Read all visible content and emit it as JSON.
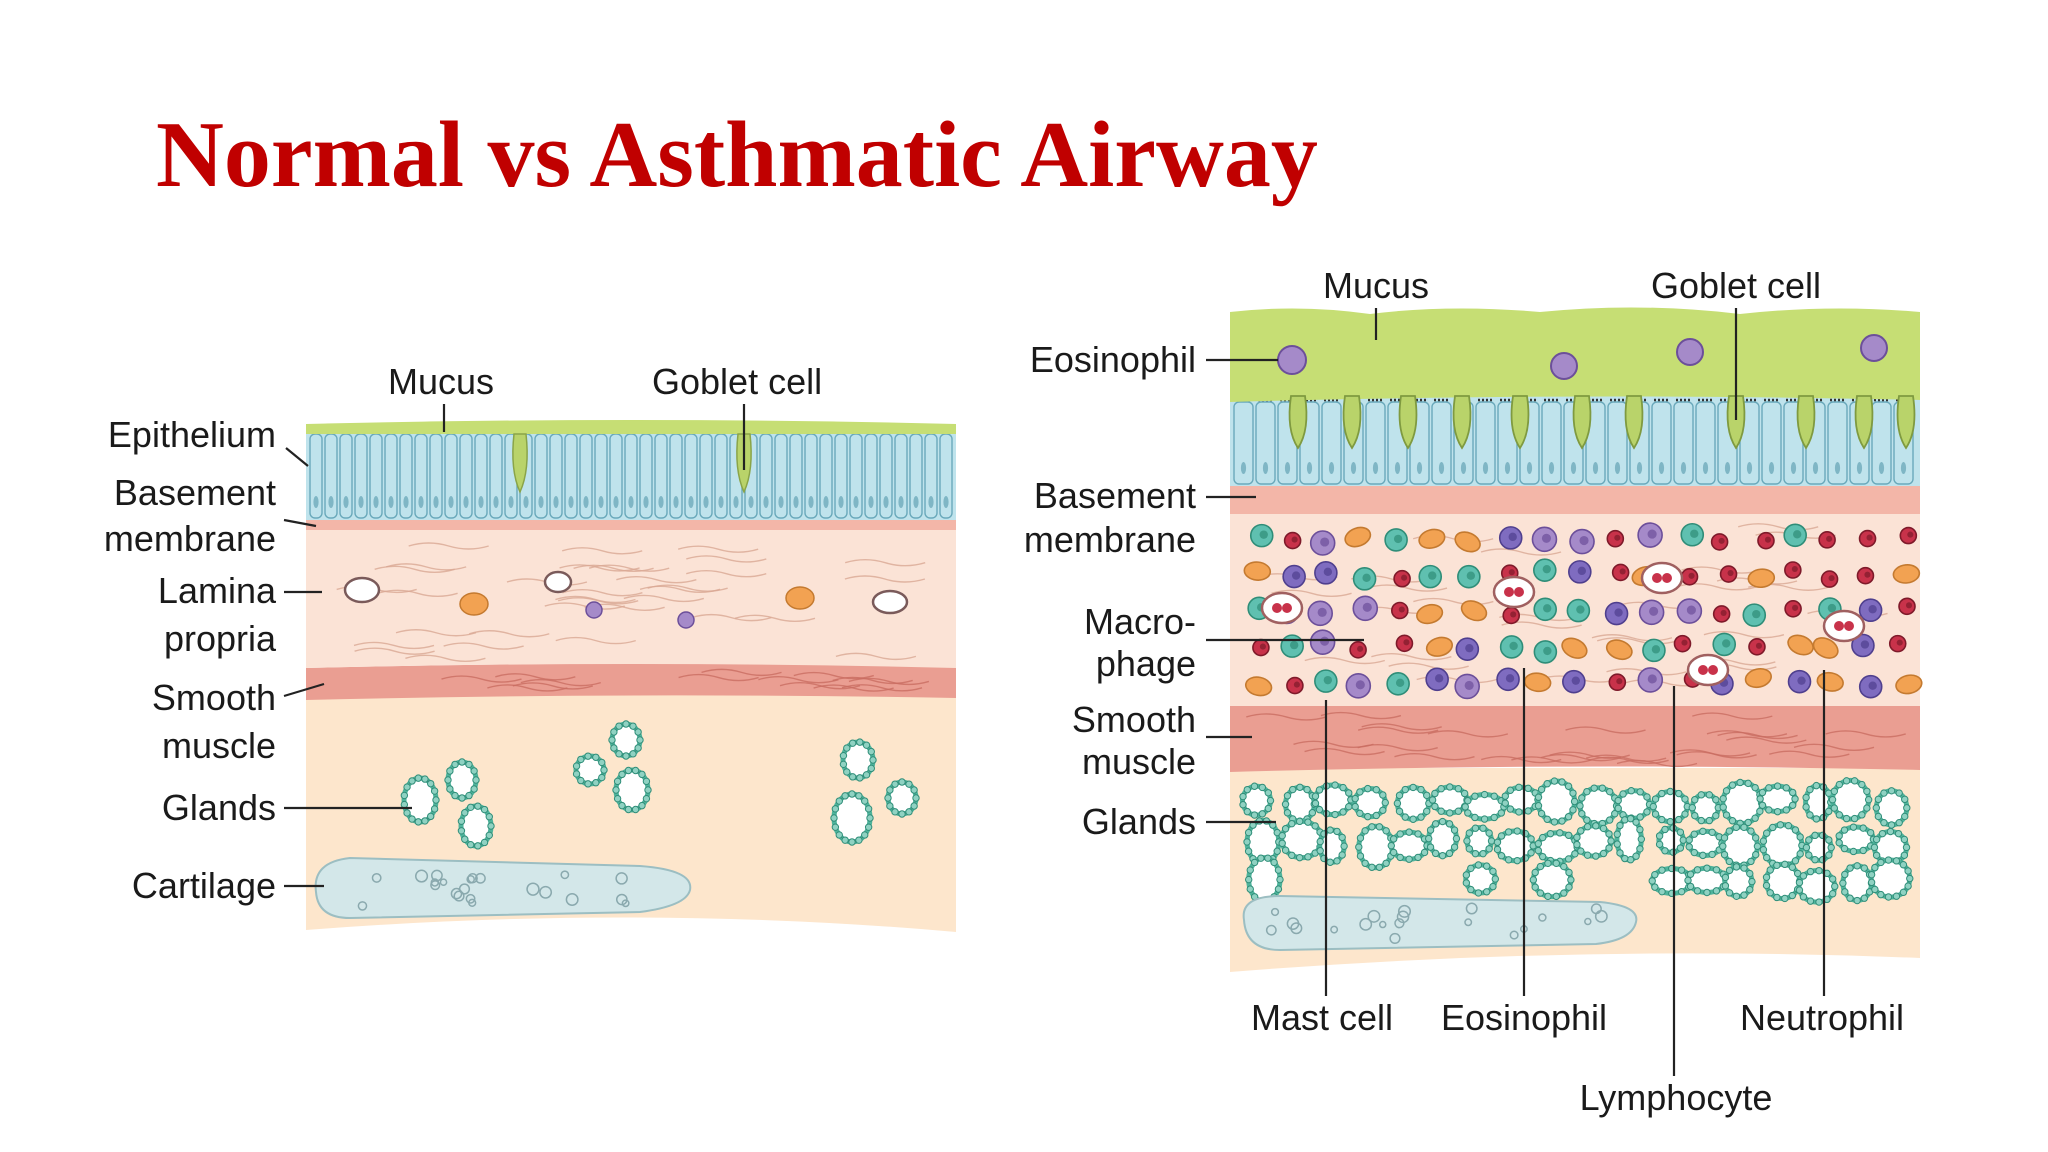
{
  "title": "Normal vs Asthmatic Airway",
  "normal_airway": {
    "labels": {
      "mucus": "Mucus",
      "goblet_cell": "Goblet cell",
      "epithelium": "Epithelium",
      "basement_membrane_1": "Basement",
      "basement_membrane_2": "membrane",
      "lamina_propria_1": "Lamina",
      "lamina_propria_2": "propria",
      "smooth_muscle_1": "Smooth",
      "smooth_muscle_2": "muscle",
      "glands": "Glands",
      "cartilage": "Cartilage"
    }
  },
  "asthmatic_airway": {
    "labels": {
      "mucus": "Mucus",
      "goblet_cell": "Goblet cell",
      "eosinophil_top": "Eosinophil",
      "basement_membrane_1": "Basement",
      "basement_membrane_2": "membrane",
      "macrophage_1": "Macro-",
      "macrophage_2": "phage",
      "smooth_muscle_1": "Smooth",
      "smooth_muscle_2": "muscle",
      "glands": "Glands",
      "mast_cell": "Mast cell",
      "eosinophil_bottom": "Eosinophil",
      "neutrophil": "Neutrophil",
      "lymphocyte": "Lymphocyte"
    }
  },
  "colors": {
    "title": "#c00000",
    "mucus": "#c6de74",
    "epithelium": "#bfe3ec",
    "basement_membrane": "#f3b6a8",
    "lamina_propria": "#fbe3d6",
    "smooth_muscle": "#ea9e92",
    "submucosa": "#fde6cc",
    "glands": "#4fb49c",
    "cartilage": "#d3e7e9",
    "eosinophil": "#a58ac9",
    "neutrophil": "#7f6cc0",
    "lymphocyte": "#c8324a",
    "macrophage": "#f2a252",
    "mast_cell": "#5fc0b0"
  }
}
